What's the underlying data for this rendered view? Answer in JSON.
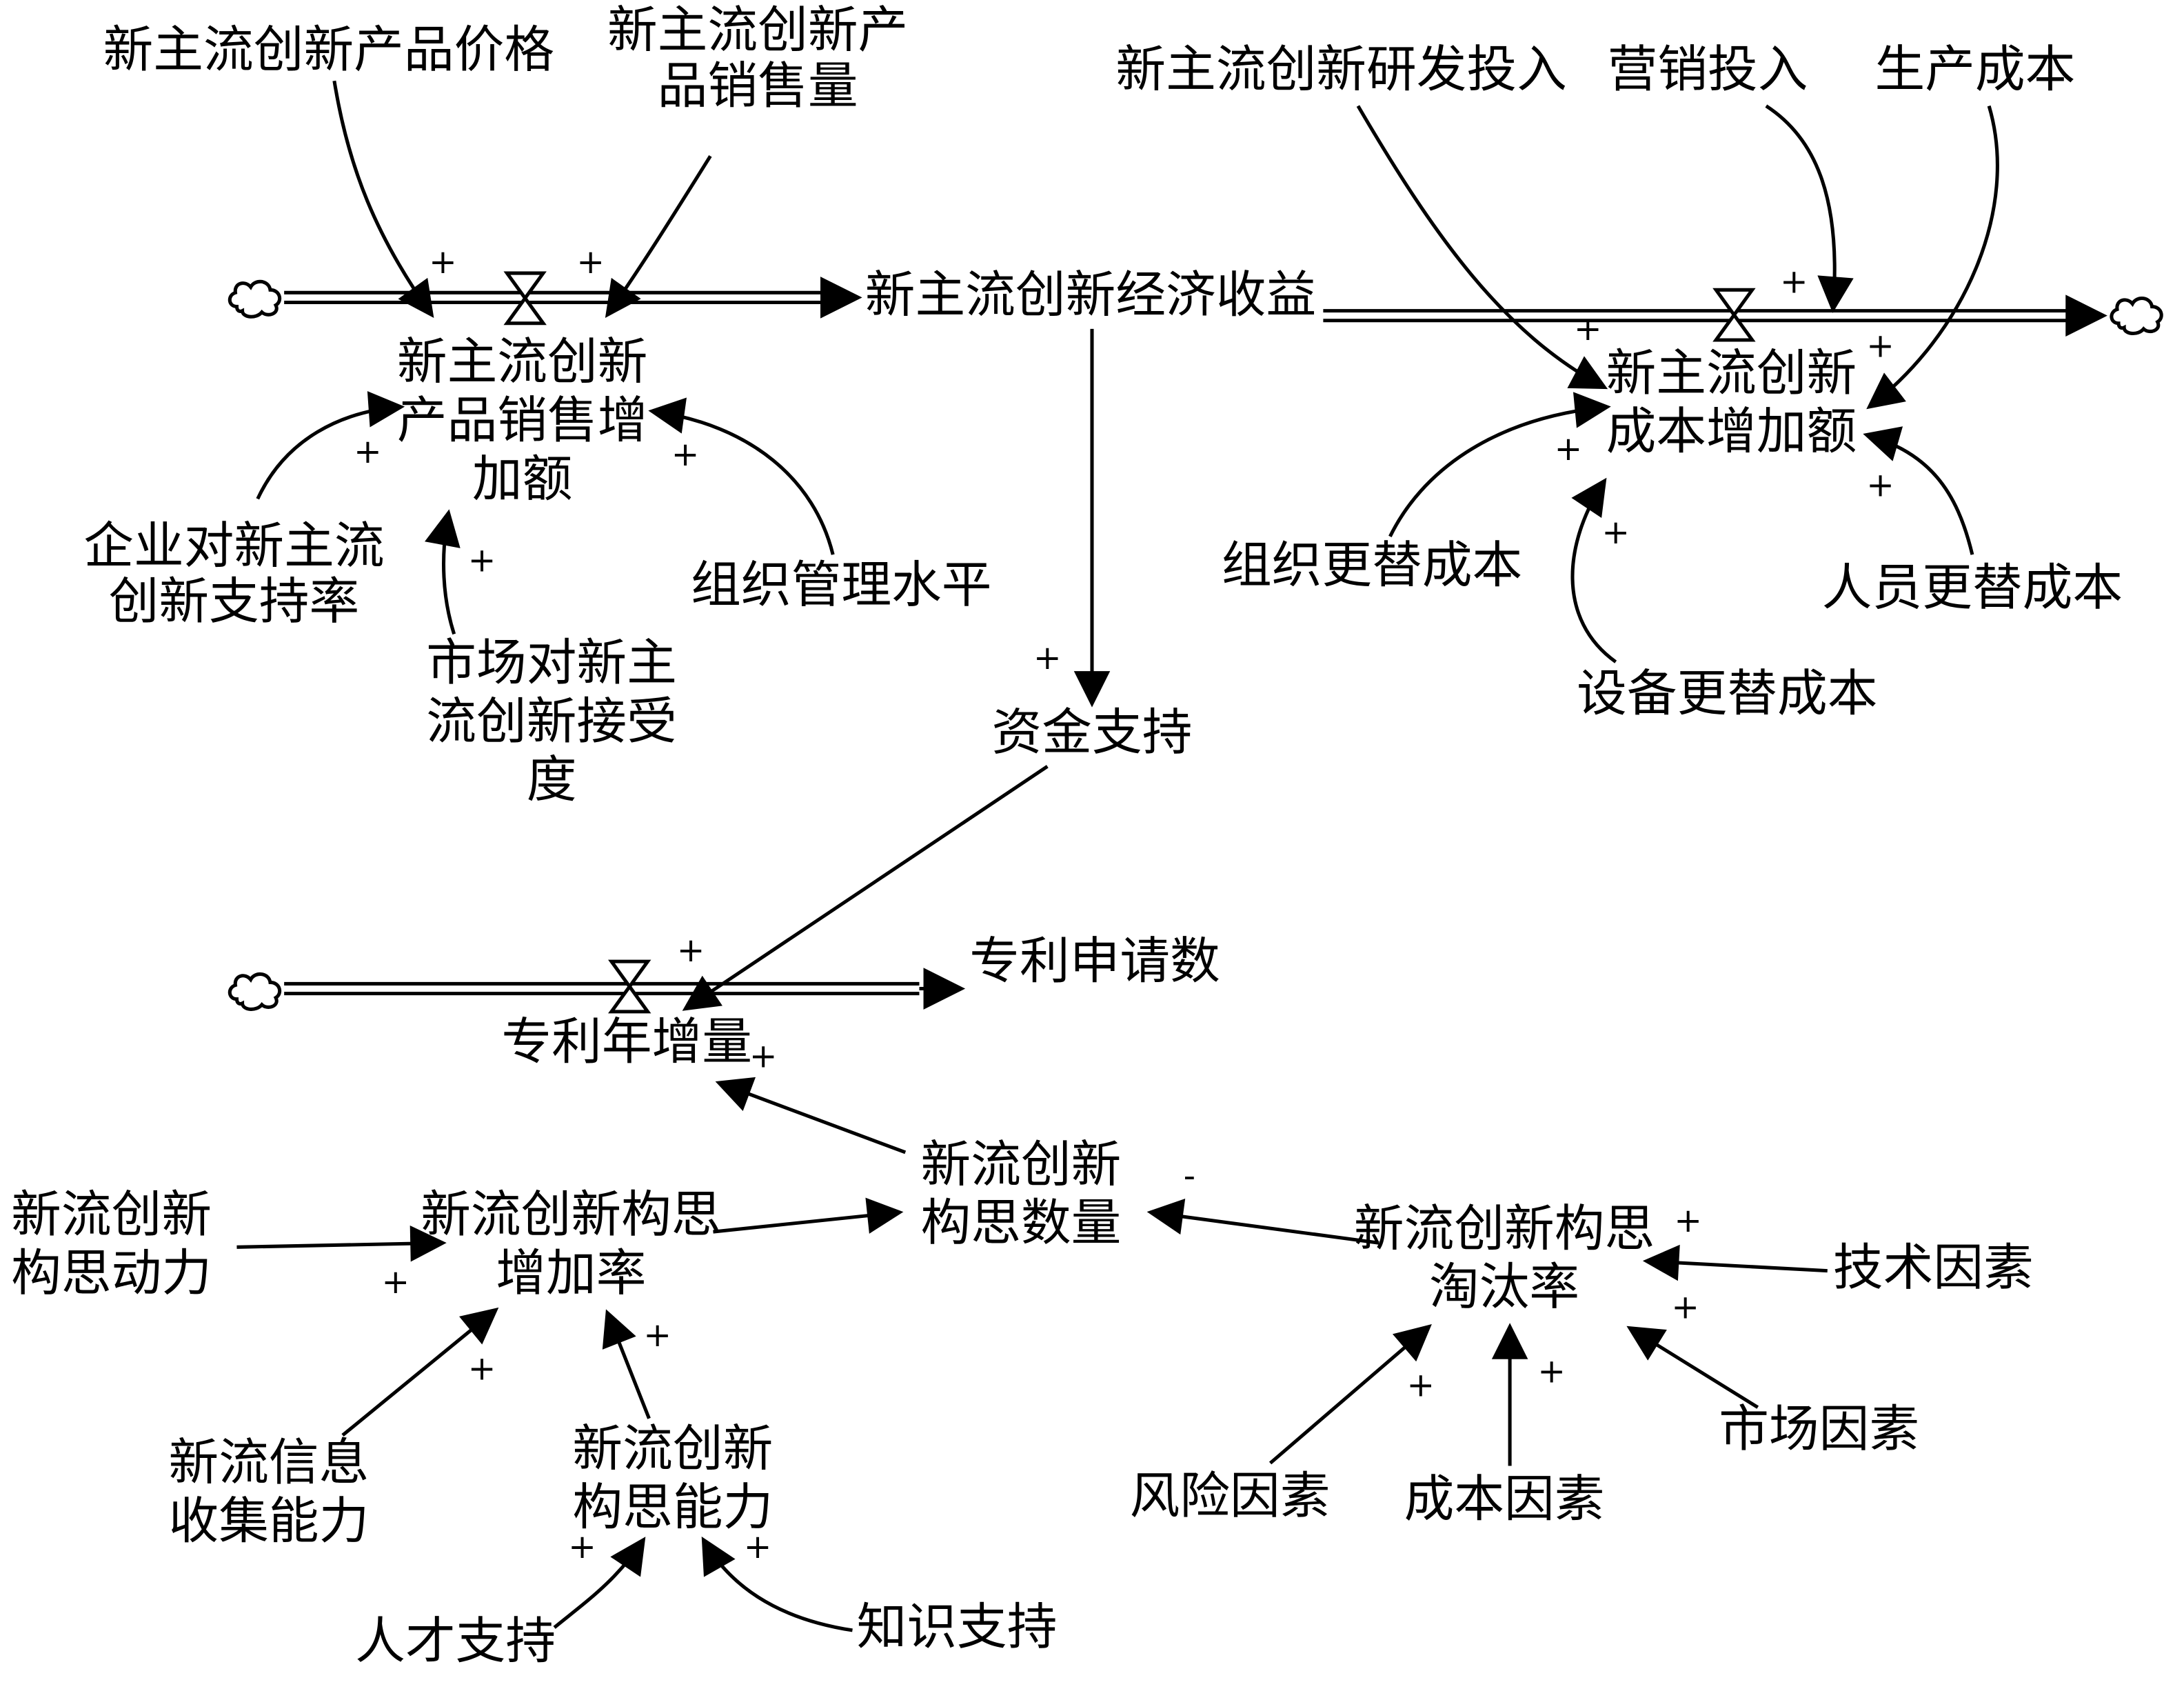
{
  "nodes": {
    "price": "新主流创新产品价格",
    "sales_volume": "新主流创新产品销售量",
    "sales_increase": "新主流创新产品销售增加额",
    "economic_benefit": "新主流创新经济收益",
    "rd_input": "新主流创新研发投入",
    "marketing_input": "营销投入",
    "production_cost": "生产成本",
    "cost_increase": "新主流创新成本增加额",
    "enterprise_support": "企业对新主流创新支持率",
    "org_management": "组织管理水平",
    "market_acceptance": "市场对新主流创新接受度",
    "org_replacement_cost": "组织更替成本",
    "staff_replacement_cost": "人员更替成本",
    "equipment_replacement_cost": "设备更替成本",
    "funding_support": "资金支持",
    "patent_applications": "专利申请数",
    "annual_patent_increase": "专利年增量",
    "idea_count": "新流创新构思数量",
    "idea_motivation": "新流创新构思动力",
    "idea_growth_rate": "新流创新构思增加率",
    "idea_elimination_rate": "新流创新构思淘汰率",
    "tech_factor": "技术因素",
    "market_factor": "市场因素",
    "risk_factor": "风险因素",
    "cost_factor": "成本因素",
    "info_collection": "新流信息收集能力",
    "idea_ability": "新流创新构思能力",
    "talent_support": "人才支持",
    "knowledge_support": "知识支持"
  },
  "polarity": {
    "positive": "+",
    "negative": "-"
  },
  "colors": {
    "ink": "#000000",
    "background": "#ffffff"
  }
}
